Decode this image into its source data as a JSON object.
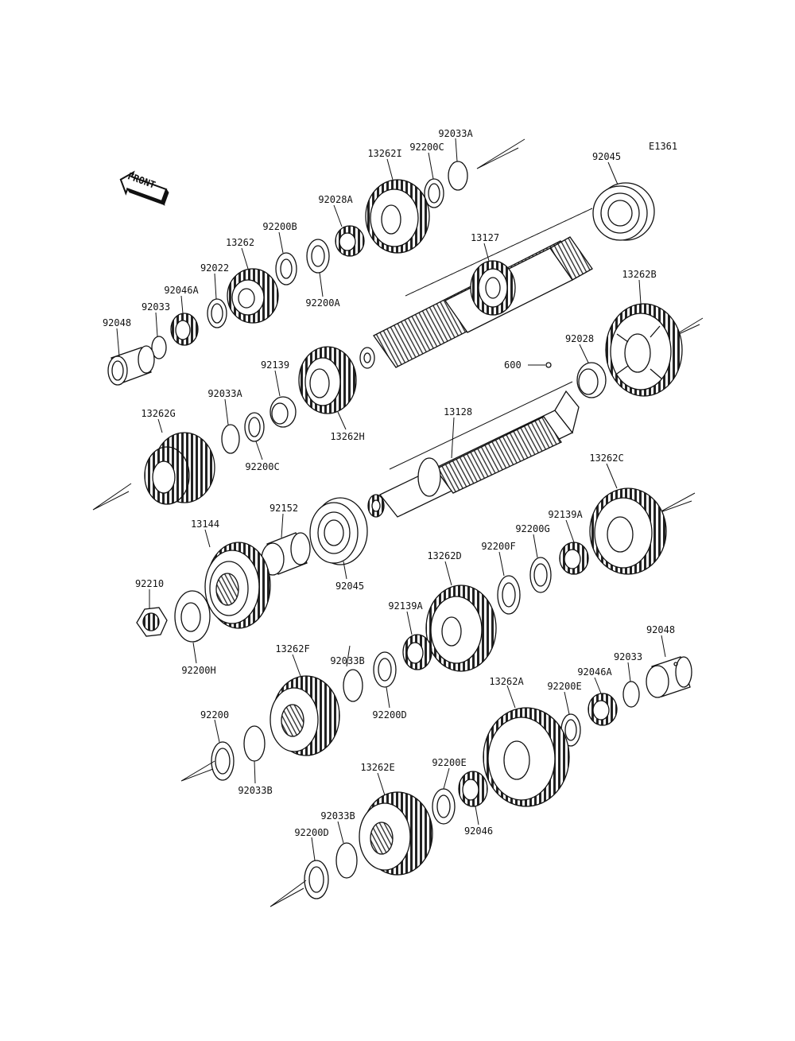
{
  "diagram": {
    "code": "E1361",
    "front_label": "FRONT",
    "parts": {
      "p92033A_top": "92033A",
      "p92200C_top": "92200C",
      "p13262I": "13262I",
      "p92045_top": "92045",
      "p92028A": "92028A",
      "p92200B": "92200B",
      "p13262": "13262",
      "p92200A": "92200A",
      "p13127": "13127",
      "p92022": "92022",
      "p92046A_top": "92046A",
      "p13262B": "13262B",
      "p92033_top": "92033",
      "p92048_top": "92048",
      "p92028": "92028",
      "p600": "600",
      "p92139": "92139",
      "p92033A_mid": "92033A",
      "p13128": "13128",
      "p13262G": "13262G",
      "p13262H": "13262H",
      "p92200C_mid": "92200C",
      "p13262C": "13262C",
      "p92152": "92152",
      "p13144": "13144",
      "p92139A_right": "92139A",
      "p92200G": "92200G",
      "p92200F": "92200F",
      "p13262D": "13262D",
      "p92045_mid": "92045",
      "p92210": "92210",
      "p92139A_mid": "92139A",
      "p92200H": "92200H",
      "p92048_bot": "92048",
      "p92033B_mid": "92033B",
      "p13262F": "13262F",
      "p92033_bot": "92033",
      "p92046A_bot": "92046A",
      "p92200E_right": "92200E",
      "p13262A": "13262A",
      "p92200D_mid": "92200D",
      "p92200": "92200",
      "p92033B_left": "92033B",
      "p13262E": "13262E",
      "p92200E_bot": "92200E",
      "p92033B_bot": "92033B",
      "p92200D_bot": "92200D",
      "p92046": "92046"
    }
  }
}
